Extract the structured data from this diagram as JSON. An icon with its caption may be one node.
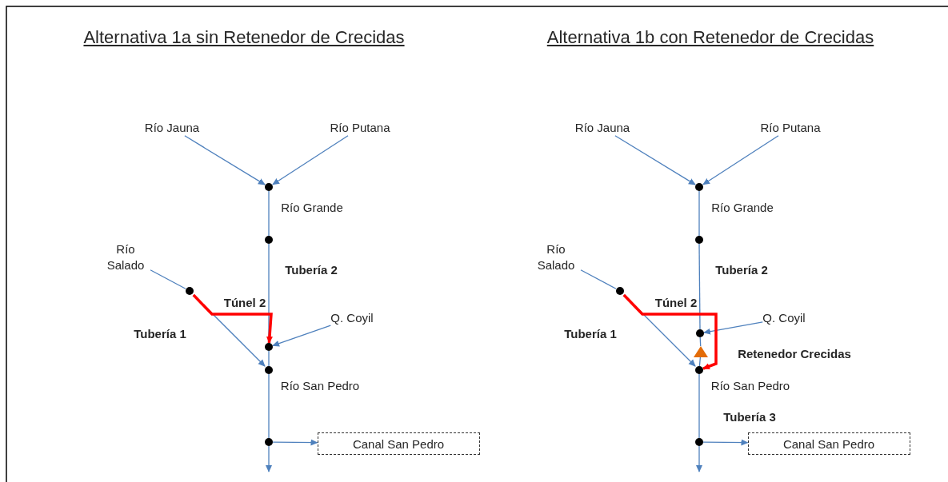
{
  "diagram": {
    "nodes": [
      {
        "text": [
          "Río Jauna"
        ]
      },
      {
        "text": [
          "Río Putana"
        ]
      },
      {
        "text": [],
        "shape": "circle"
      },
      {
        "text": [],
        "shape": "circle"
      },
      {
        "text": [
          "Río Salado"
        ]
      },
      {
        "text": [],
        "shape": "circle"
      },
      {
        "text": [
          "Q. Coyil"
        ]
      },
      {
        "text": [],
        "shape": "circle"
      },
      {
        "text": [],
        "shape": "circle"
      },
      {
        "text": [],
        "shape": "circle"
      },
      {
        "text": [
          "Canal San Pedro"
        ]
      },
      {
        "text": [
          "Río Jauna"
        ]
      },
      {
        "text": [
          "Río Putana"
        ]
      },
      {
        "text": [],
        "shape": "circle"
      },
      {
        "text": [],
        "shape": "circle"
      },
      {
        "text": [
          "Río Salado"
        ]
      },
      {
        "text": [],
        "shape": "circle"
      },
      {
        "text": [
          "Q. Coyil"
        ]
      },
      {
        "text": [],
        "shape": "circle"
      },
      {
        "text": [],
        "shape": "triangle"
      },
      {
        "text": [],
        "shape": "circle"
      },
      {
        "text": [],
        "shape": "circle"
      },
      {
        "text": [
          "Canal San Pedro"
        ]
      }
    ],
    "edges": [
      {
        "from": 0,
        "to": 2,
        "arrow": "to"
      },
      {
        "from": 1,
        "to": 2,
        "arrow": "to"
      },
      {
        "from": 2,
        "to": 3,
        "arrow": "none"
      },
      {
        "from": 3,
        "to": 7,
        "arrow": "none"
      },
      {
        "from": 7,
        "to": 8,
        "arrow": "none"
      },
      {
        "from": 8,
        "to": 9,
        "arrow": "none"
      },
      {
        "from": 9,
        "to": null,
        "arrow": "to"
      },
      {
        "from": 9,
        "to": 10,
        "arrow": "to"
      },
      {
        "from": 4,
        "to": 5,
        "arrow": "none"
      },
      {
        "from": 5,
        "to": 8,
        "arrow": "to"
      },
      {
        "from": 6,
        "to": 7,
        "arrow": "to"
      },
      {
        "from": 5,
        "to": 7,
        "arrow": "to",
        "label": "Túnel 2",
        "style": "thick",
        "color": "#ff0000"
      },
      {
        "from": 11,
        "to": 13,
        "arrow": "to"
      },
      {
        "from": 12,
        "to": 13,
        "arrow": "to"
      },
      {
        "from": 13,
        "to": 14,
        "arrow": "none"
      },
      {
        "from": 14,
        "to": 18,
        "arrow": "none"
      },
      {
        "from": 18,
        "to": 19,
        "arrow": "none"
      },
      {
        "from": 19,
        "to": 20,
        "arrow": "none"
      },
      {
        "from": 20,
        "to": 21,
        "arrow": "none"
      },
      {
        "from": 21,
        "to": null,
        "arrow": "to"
      },
      {
        "from": 21,
        "to": 22,
        "arrow": "to"
      },
      {
        "from": 15,
        "to": 16,
        "arrow": "none"
      },
      {
        "from": 16,
        "to": 20,
        "arrow": "to"
      },
      {
        "from": 17,
        "to": 18,
        "arrow": "to"
      },
      {
        "from": 16,
        "to": 20,
        "arrow": "to",
        "label": "Túnel 2",
        "style": "thick",
        "color": "#ff0000"
      }
    ],
    "labels": [
      "Alternativa 1a sin Retenedor de Crecidas",
      "Alternativa 1b con Retenedor de Crecidas",
      "Río Grande",
      "Tubería 2",
      "Tubería 1",
      "Río San Pedro",
      "Río Grande",
      "Tubería 2",
      "Tubería 1",
      "Retenedor Crecidas",
      "Río San Pedro",
      "Tubería 3"
    ]
  }
}
